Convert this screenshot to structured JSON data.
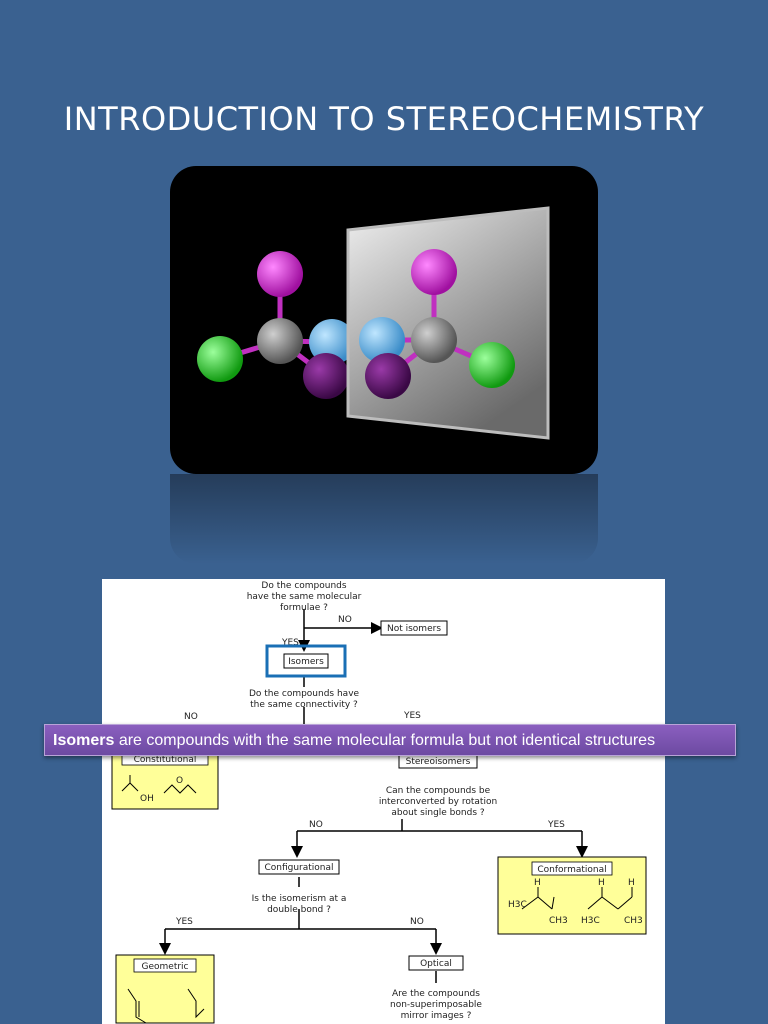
{
  "slide": {
    "title": "INTRODUCTION TO STEREOCHEMISTRY"
  },
  "molecule_image": {
    "colors": {
      "carbon": "#7a7a7a",
      "magenta": "#cc22cc",
      "blue": "#5aafe6",
      "purple": "#5a1060",
      "green": "#22cc22",
      "mirror": "#a8a8a8"
    }
  },
  "flowchart": {
    "q1": [
      "Do the compounds",
      "have the same molecular",
      "formulae ?"
    ],
    "q1_no": "NO",
    "q1_yes": "YES",
    "not_isomers": "Not isomers",
    "isomers": "Isomers",
    "q2": [
      "Do the compounds have",
      "the same connectivity ?"
    ],
    "q2_no": "NO",
    "q2_yes": "YES",
    "constitutional": "Constitutional",
    "stereoisomers": "Stereoisomers",
    "q3": [
      "Can the compounds be",
      "interconverted by rotation",
      "about single bonds ?"
    ],
    "q3_no": "NO",
    "q3_yes": "YES",
    "configurational": "Configurational",
    "conformational": "Conformational",
    "q4": [
      "Is the isomerism at a",
      "double bond ?"
    ],
    "q4_yes": "YES",
    "q4_no": "NO",
    "geometric": "Geometric",
    "optical": "Optical",
    "q5": [
      "Are the compounds",
      "non-superimposable",
      "mirror images ?"
    ],
    "struct_labels": {
      "oh": "OH",
      "o": "O",
      "h3c": "H3C",
      "h": "H",
      "ch3": "CH3"
    },
    "colors": {
      "yellow_box": "#ffff99",
      "highlight": "#1a6fb5"
    }
  },
  "banner": {
    "term": "Isomers",
    "rest": " are compounds with the same molecular formula but not identical structures"
  }
}
